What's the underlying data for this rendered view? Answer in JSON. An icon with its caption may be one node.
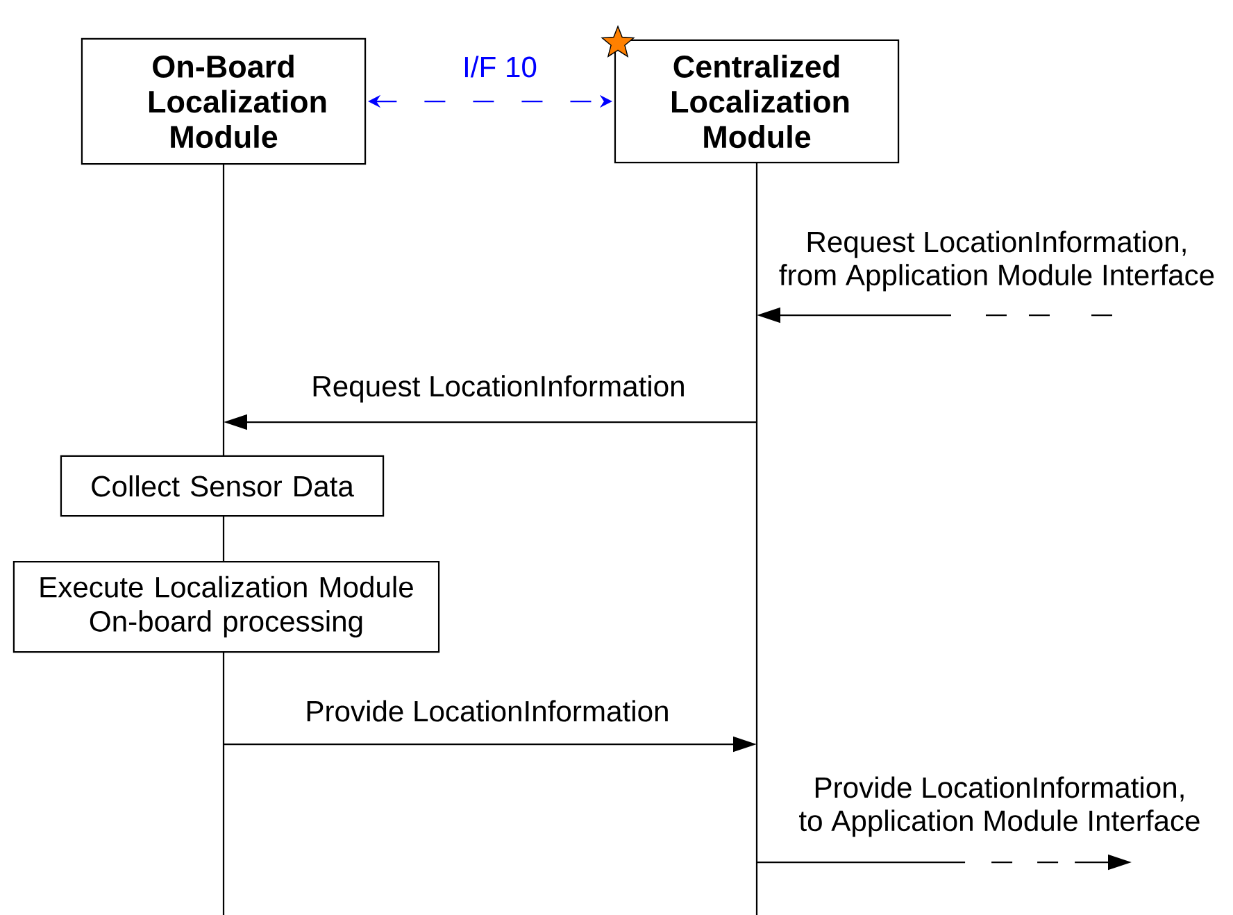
{
  "diagram": {
    "nodes": [
      {
        "text": [
          "On-Board Localization Module"
        ]
      },
      {
        "text": [
          "Centralized Localization Module"
        ]
      },
      {
        "text": [
          "Collect Sensor Data"
        ]
      },
      {
        "text": [
          "Execute Localization Module On-board processing"
        ]
      }
    ],
    "edges": [
      {
        "from": 0,
        "to": 1,
        "arrow": "both",
        "label": "I/F 10",
        "style": "dashed",
        "color": "#0000ff"
      },
      {
        "from": null,
        "to": 1,
        "arrow": "to",
        "label": "Request LocationInformation, from Application Module Interface",
        "style": "dashed"
      },
      {
        "from": 1,
        "to": 0,
        "arrow": "to",
        "label": "Request LocationInformation"
      },
      {
        "from": 0,
        "to": 1,
        "arrow": "to",
        "label": "Provide LocationInformation"
      },
      {
        "from": 1,
        "to": null,
        "arrow": "to",
        "label": "Provide LocationInformation, to Application Module Interface",
        "style": "dashed"
      }
    ]
  }
}
